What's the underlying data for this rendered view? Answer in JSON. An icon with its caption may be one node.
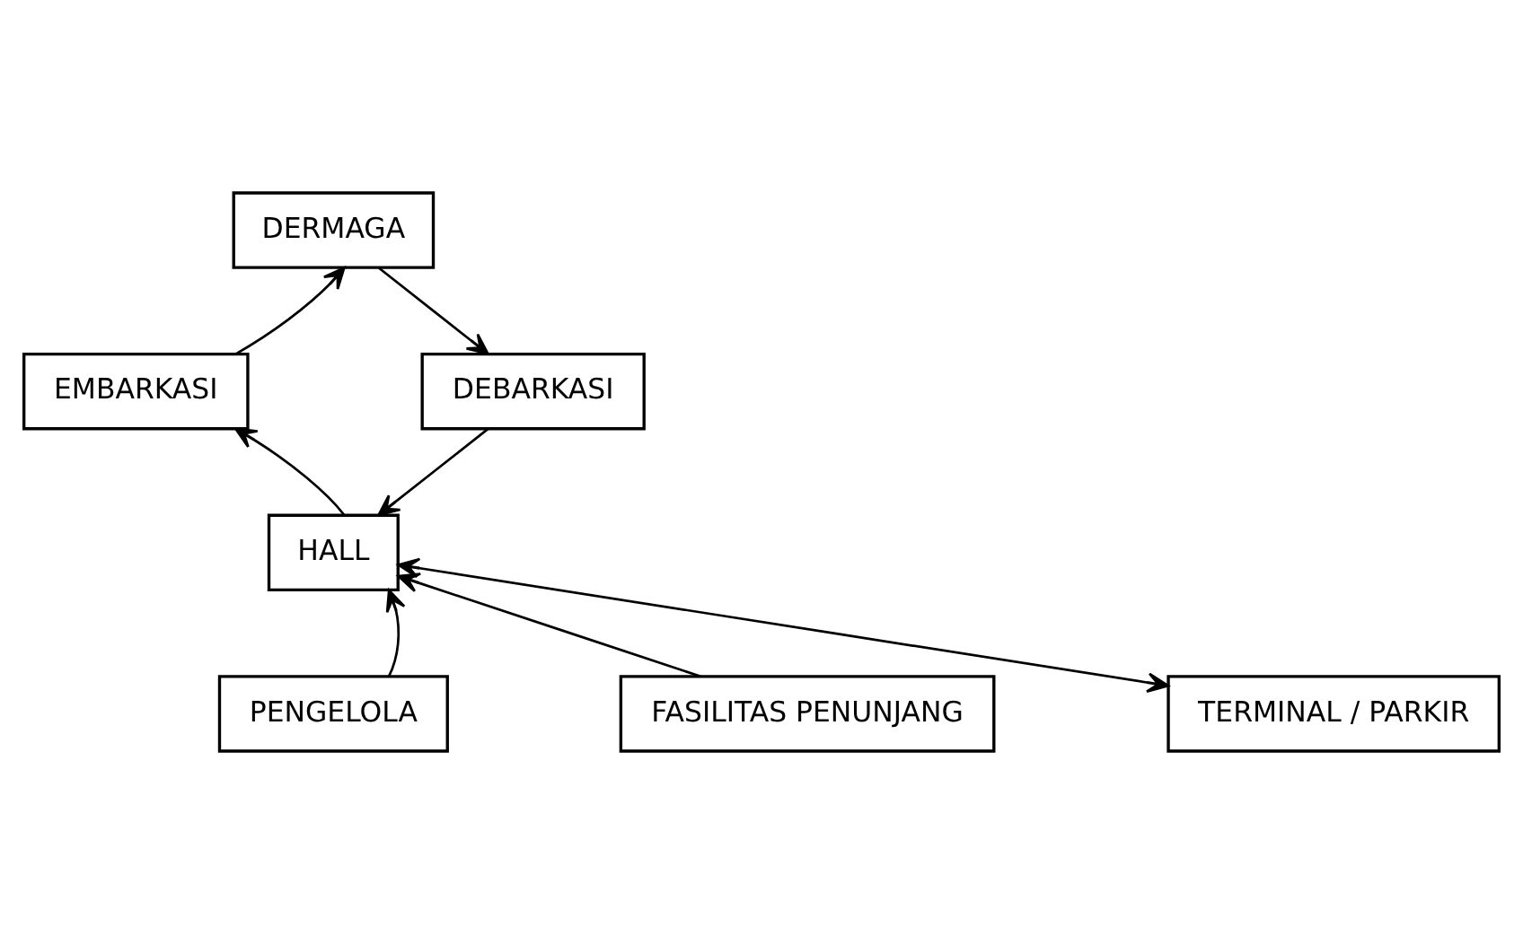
{
  "diagram": {
    "nodes": [
      {
        "text": [
          "DERMAGA"
        ]
      },
      {
        "text": [
          "EMBARKASI"
        ]
      },
      {
        "text": [
          "DEBARKASI"
        ]
      },
      {
        "text": [
          "HALL"
        ]
      },
      {
        "text": [
          "PENGELOLA"
        ]
      },
      {
        "text": [
          "FASILITAS PENUNJANG"
        ]
      },
      {
        "text": [
          "TERMINAL / PARKIR"
        ]
      }
    ],
    "edges": [
      {
        "from": 1,
        "to": 0,
        "arrow": "to"
      },
      {
        "from": 0,
        "to": 2,
        "arrow": "to"
      },
      {
        "from": 2,
        "to": 3,
        "arrow": "to"
      },
      {
        "from": 3,
        "to": 1,
        "arrow": "to"
      },
      {
        "from": 4,
        "to": 3,
        "arrow": "to"
      },
      {
        "from": 6,
        "to": 3,
        "arrow": "both"
      },
      {
        "from": 5,
        "to": 3,
        "arrow": "to"
      }
    ]
  }
}
